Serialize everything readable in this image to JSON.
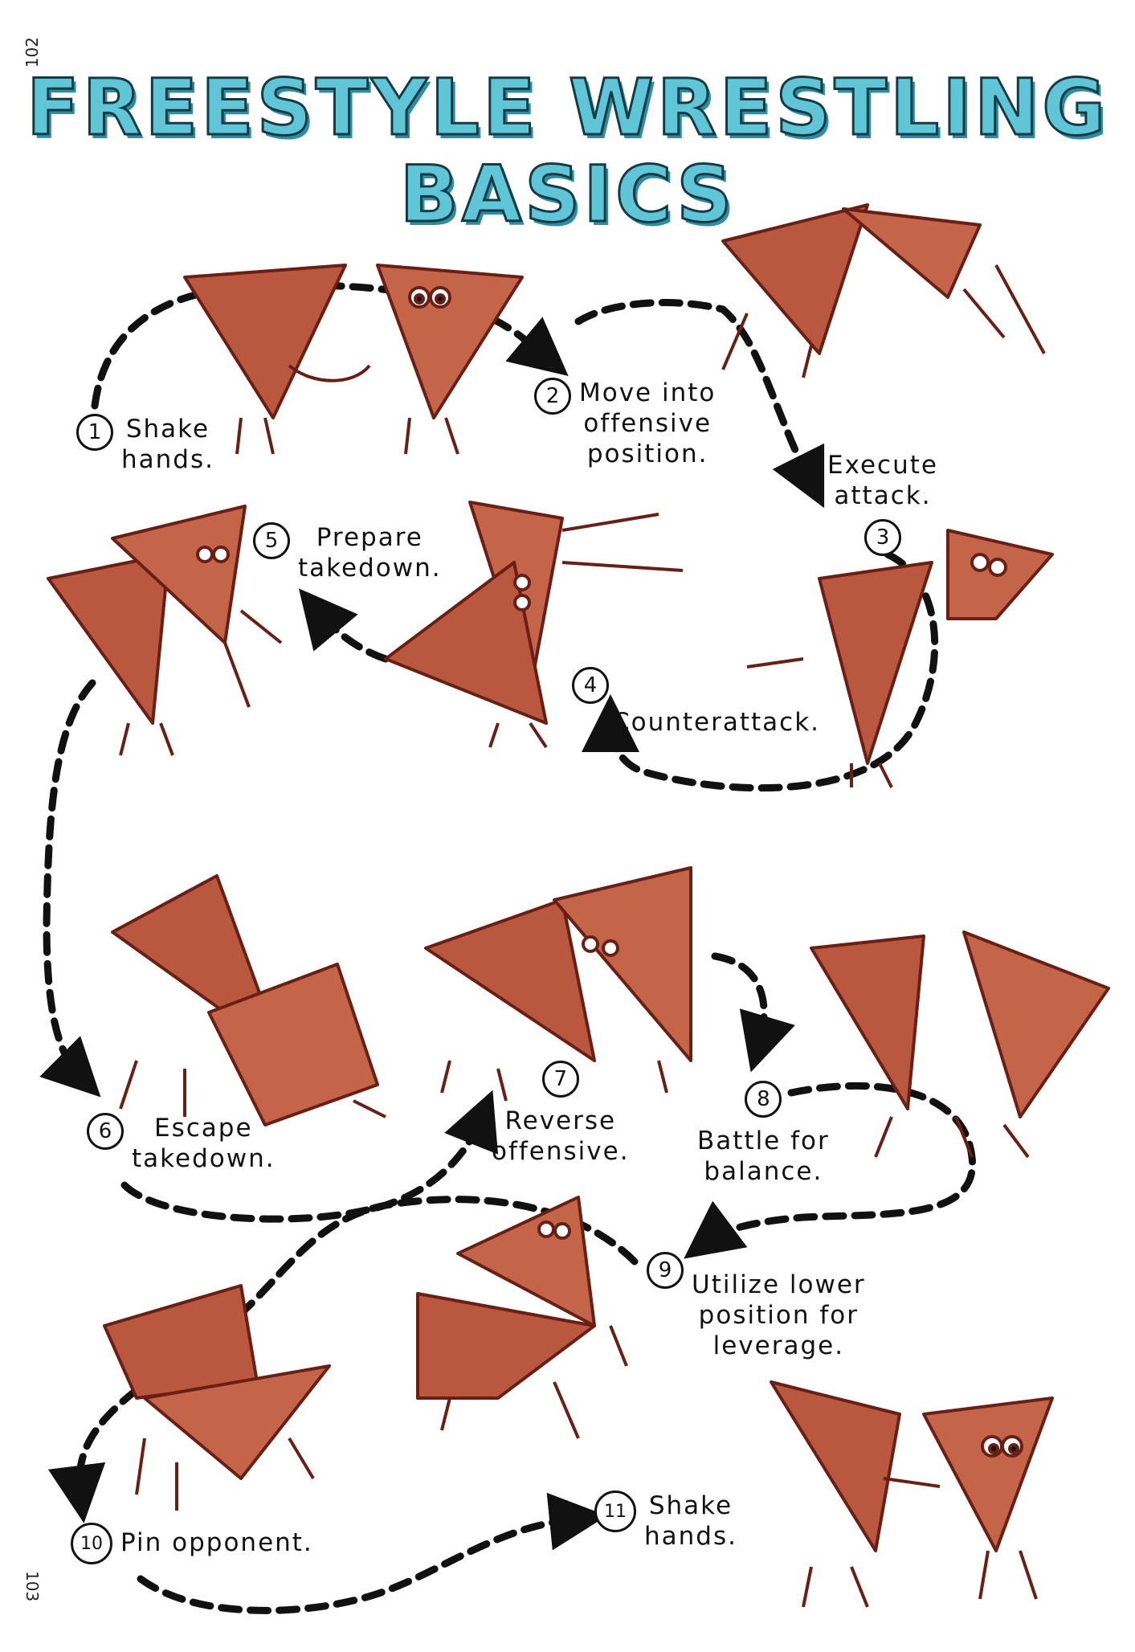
{
  "page_numbers": {
    "top": "102",
    "bottom": "103"
  },
  "title": {
    "line1": "FREESTYLE WRESTLING",
    "line2": "BASICS"
  },
  "steps": [
    {
      "num": "1",
      "label": "Shake\nhands."
    },
    {
      "num": "2",
      "label": "Move into\noffensive\nposition."
    },
    {
      "num": "3",
      "label": "Execute\nattack."
    },
    {
      "num": "4",
      "label": "Counterattack."
    },
    {
      "num": "5",
      "label": "Prepare\ntakedown."
    },
    {
      "num": "6",
      "label": "Escape\ntakedown."
    },
    {
      "num": "7",
      "label": "Reverse\noffensive."
    },
    {
      "num": "8",
      "label": "Battle for\nbalance."
    },
    {
      "num": "9",
      "label": "Utilize lower\nposition for\nleverage."
    },
    {
      "num": "10",
      "label": "Pin opponent."
    },
    {
      "num": "11",
      "label": "Shake\nhands."
    }
  ],
  "colors": {
    "title_fill": "#5fc6d8",
    "title_outline": "#163a44",
    "character": "#b9583f",
    "character_outline": "#6a1f14",
    "arrow": "#111111"
  }
}
